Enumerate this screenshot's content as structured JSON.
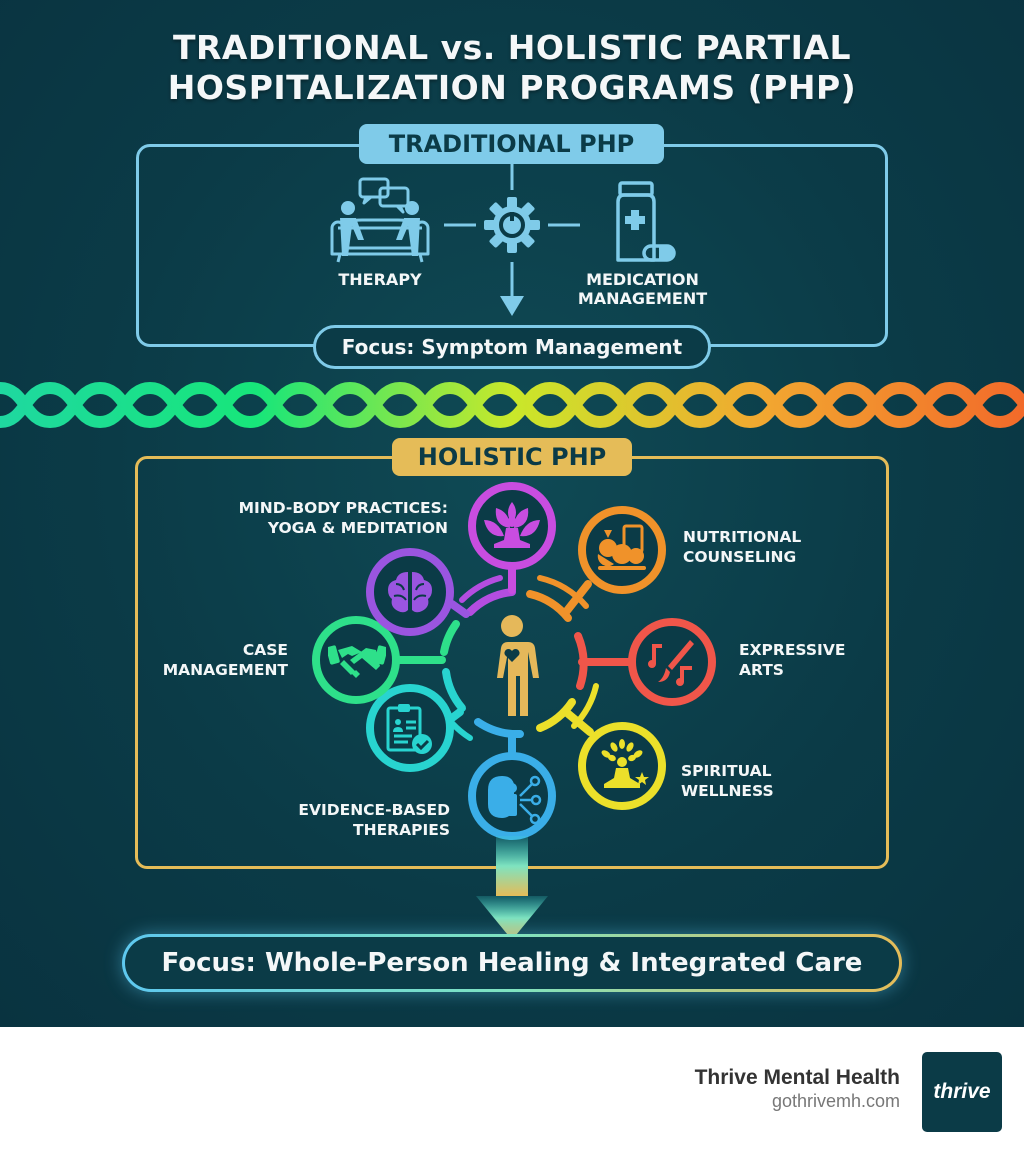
{
  "title": {
    "line1": "TRADITIONAL vs. HOLISTIC PARTIAL",
    "line2": "HOSPITALIZATION PROGRAMS (PHP)"
  },
  "traditional": {
    "tag": "TRADITIONAL PHP",
    "accent_color": "#7fcbe9",
    "items": [
      {
        "label": "THERAPY",
        "icon": "therapy-couch-icon"
      },
      {
        "label": "",
        "icon": "gear-icon"
      },
      {
        "label_line1": "MEDICATION",
        "label_line2": "MANAGEMENT",
        "icon": "medicine-bottle-icon"
      }
    ],
    "focus": "Focus: Symptom Management"
  },
  "divider": {
    "type": "braided-rope",
    "gradient": [
      "#1fd8a0",
      "#17e67a",
      "#c9e82a",
      "#f2a630",
      "#f26a2a"
    ]
  },
  "holistic": {
    "tag": "HOLISTIC PHP",
    "accent_color": "#e5bc58",
    "center": {
      "icon": "person-heart-icon",
      "color": "#e5b85a"
    },
    "items": [
      {
        "line1": "MIND-BODY PRACTICES:",
        "line2": "YOGA & MEDITATION",
        "icon": "lotus-meditation-icon",
        "color": "#c84de0"
      },
      {
        "line1": "NUTRITIONAL",
        "line2": "COUNSELING",
        "icon": "fruit-bowl-icon",
        "color": "#f0922a"
      },
      {
        "line1": "EXPRESSIVE",
        "line2": "ARTS",
        "icon": "paintbrush-music-icon",
        "color": "#f0564a"
      },
      {
        "line1": "SPIRITUAL",
        "line2": "WELLNESS",
        "icon": "tree-meditation-icon",
        "color": "#ece02a"
      },
      {
        "line1": "EVIDENCE-BASED",
        "line2": "THERAPIES",
        "icon": "brain-network-icon",
        "color": "#3aaee8"
      },
      {
        "line1": "",
        "line2": "",
        "icon": "clipboard-check-icon",
        "color": "#28d4d0"
      },
      {
        "line1": "CASE",
        "line2": "MANAGEMENT",
        "icon": "handshake-icon",
        "color": "#2ee08a"
      },
      {
        "line1": "",
        "line2": "",
        "icon": "brain-icon",
        "color": "#9a55e0"
      }
    ],
    "focus": "Focus: Whole-Person Healing & Integrated Care"
  },
  "footer": {
    "brand_name": "Thrive Mental Health",
    "brand_url": "gothrivemh.com",
    "logo_text": "thrive",
    "logo_color": "#0b3b47"
  }
}
